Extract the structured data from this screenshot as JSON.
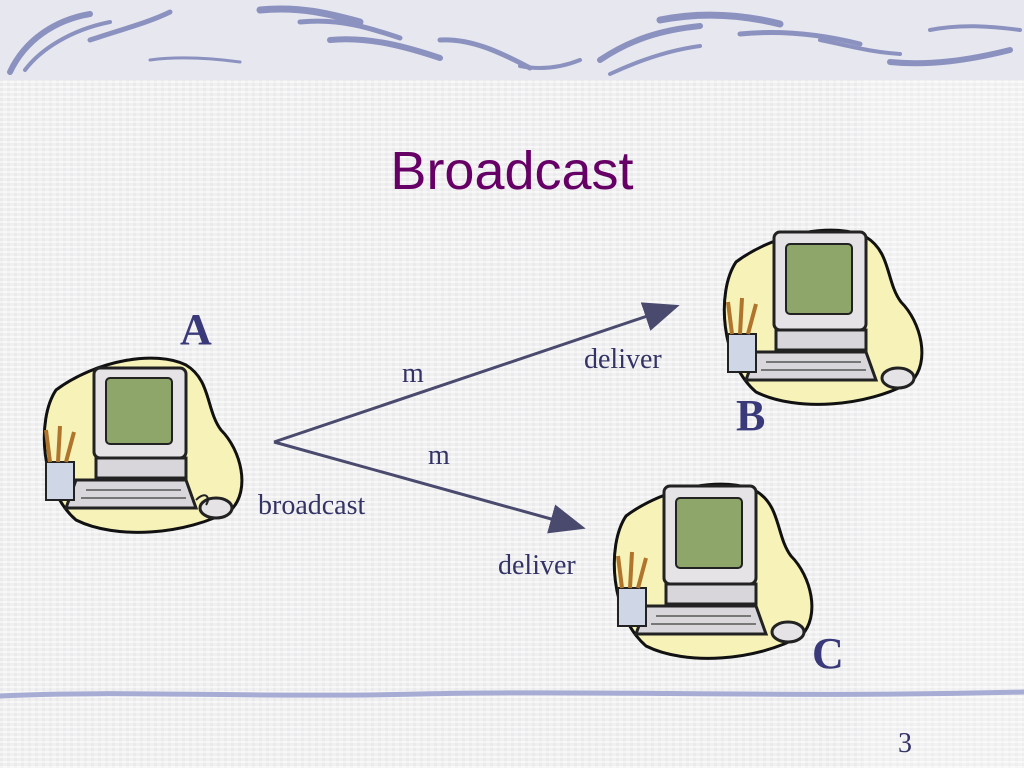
{
  "slide": {
    "title": "Broadcast",
    "page_number": "3"
  },
  "nodes": {
    "a": "A",
    "b": "B",
    "c": "C"
  },
  "edges": {
    "m_top": "m",
    "m_bottom": "m",
    "broadcast": "broadcast",
    "deliver_b": "deliver",
    "deliver_c": "deliver"
  },
  "colors": {
    "title": "#660066",
    "labels": "#333366",
    "arrow": "#4a4a6e",
    "header_band": "#e7e7ef",
    "header_swirl": "#7d84b8"
  },
  "icons": [
    "computer-clipart-icon",
    "computer-clipart-icon",
    "computer-clipart-icon"
  ]
}
